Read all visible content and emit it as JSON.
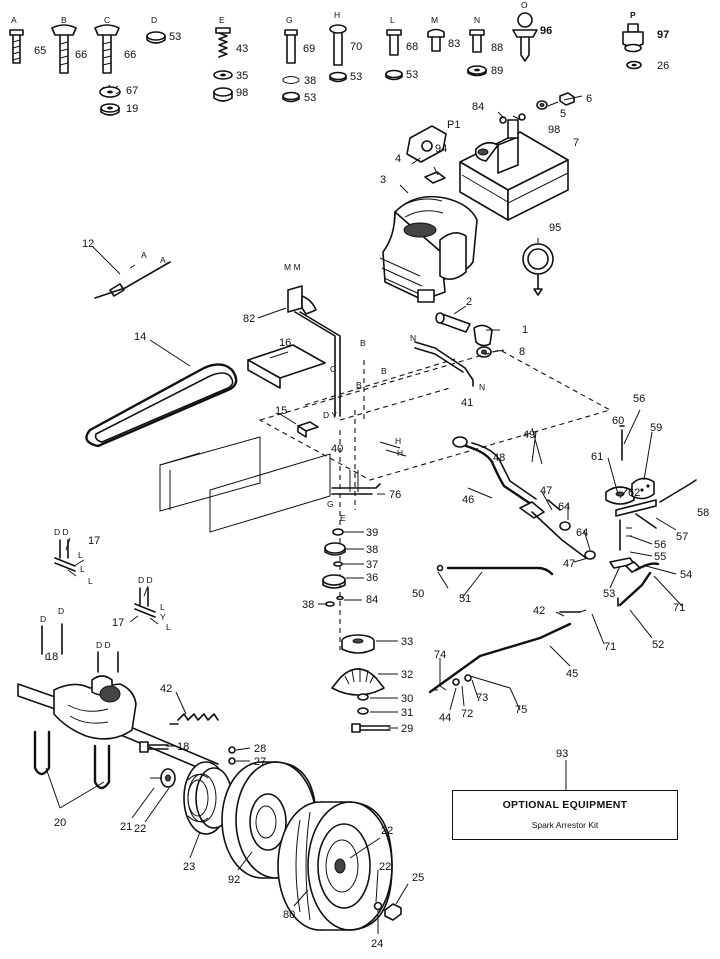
{
  "callouts": [
    {
      "id": "c-a",
      "text": "A"
    },
    {
      "id": "c-65",
      "text": "65"
    },
    {
      "id": "c-b",
      "text": "B"
    },
    {
      "id": "c-66a",
      "text": "66"
    },
    {
      "id": "c-c",
      "text": "C"
    },
    {
      "id": "c-66b",
      "text": "66"
    },
    {
      "id": "c-d",
      "text": "D"
    },
    {
      "id": "c-53a",
      "text": "53"
    },
    {
      "id": "c-67",
      "text": "67"
    },
    {
      "id": "c-19",
      "text": "19"
    },
    {
      "id": "c-e",
      "text": "E"
    },
    {
      "id": "c-43",
      "text": "43"
    },
    {
      "id": "c-35",
      "text": "35"
    },
    {
      "id": "c-98a",
      "text": "98"
    },
    {
      "id": "c-g",
      "text": "G"
    },
    {
      "id": "c-69",
      "text": "69"
    },
    {
      "id": "c-38a",
      "text": "38"
    },
    {
      "id": "c-53b",
      "text": "53"
    },
    {
      "id": "c-h",
      "text": "H"
    },
    {
      "id": "c-70",
      "text": "70"
    },
    {
      "id": "c-53c",
      "text": "53"
    },
    {
      "id": "c-l",
      "text": "L"
    },
    {
      "id": "c-68",
      "text": "68"
    },
    {
      "id": "c-53d",
      "text": "53"
    },
    {
      "id": "c-m",
      "text": "M"
    },
    {
      "id": "c-83",
      "text": "83"
    },
    {
      "id": "c-n",
      "text": "N"
    },
    {
      "id": "c-88",
      "text": "88"
    },
    {
      "id": "c-89",
      "text": "89"
    },
    {
      "id": "c-o",
      "text": "O"
    },
    {
      "id": "c-96",
      "text": "96"
    },
    {
      "id": "c-p",
      "text": "P"
    },
    {
      "id": "c-97",
      "text": "97"
    },
    {
      "id": "c-26",
      "text": "26"
    },
    {
      "id": "c-84a",
      "text": "84"
    },
    {
      "id": "c-p1",
      "text": "P1"
    },
    {
      "id": "c-98b",
      "text": "98"
    },
    {
      "id": "c-5",
      "text": "5"
    },
    {
      "id": "c-6",
      "text": "6"
    },
    {
      "id": "c-7",
      "text": "7"
    },
    {
      "id": "c-4",
      "text": "4"
    },
    {
      "id": "c-94",
      "text": "94"
    },
    {
      "id": "c-3",
      "text": "3"
    },
    {
      "id": "c-95",
      "text": "95"
    },
    {
      "id": "c-12",
      "text": "12"
    },
    {
      "id": "c-a2",
      "text": "A"
    },
    {
      "id": "c-a3",
      "text": "A"
    },
    {
      "id": "c-mm",
      "text": "M M"
    },
    {
      "id": "c-82",
      "text": "82"
    },
    {
      "id": "c-2",
      "text": "2"
    },
    {
      "id": "c-1",
      "text": "1"
    },
    {
      "id": "c-8",
      "text": "8"
    },
    {
      "id": "c-14",
      "text": "14"
    },
    {
      "id": "c-16",
      "text": "16"
    },
    {
      "id": "c-n2",
      "text": "N"
    },
    {
      "id": "c-n3",
      "text": "N"
    },
    {
      "id": "c-41",
      "text": "41"
    },
    {
      "id": "c-b2",
      "text": "B"
    },
    {
      "id": "c-b3",
      "text": "B"
    },
    {
      "id": "c-b4",
      "text": "B"
    },
    {
      "id": "c-c2",
      "text": "C"
    },
    {
      "id": "c-15",
      "text": "15"
    },
    {
      "id": "c-dy",
      "text": "D Y"
    },
    {
      "id": "c-40",
      "text": "40"
    },
    {
      "id": "c-h2",
      "text": "H"
    },
    {
      "id": "c-h3",
      "text": "H"
    },
    {
      "id": "c-g2",
      "text": "G"
    },
    {
      "id": "c-e2",
      "text": "E"
    },
    {
      "id": "c-76",
      "text": "76"
    },
    {
      "id": "c-39",
      "text": "39"
    },
    {
      "id": "c-38b",
      "text": "38"
    },
    {
      "id": "c-37",
      "text": "37"
    },
    {
      "id": "c-36",
      "text": "36"
    },
    {
      "id": "c-38c",
      "text": "38"
    },
    {
      "id": "c-84b",
      "text": "84"
    },
    {
      "id": "c-dd1",
      "text": "D D"
    },
    {
      "id": "c-17a",
      "text": "17"
    },
    {
      "id": "c-l1",
      "text": "L"
    },
    {
      "id": "c-l2",
      "text": "L"
    },
    {
      "id": "c-l3",
      "text": "L"
    },
    {
      "id": "c-dd2",
      "text": "D D"
    },
    {
      "id": "c-17b",
      "text": "17"
    },
    {
      "id": "c-l4",
      "text": "L"
    },
    {
      "id": "c-y",
      "text": "Y"
    },
    {
      "id": "c-l5",
      "text": "L"
    },
    {
      "id": "c-d2",
      "text": "D"
    },
    {
      "id": "c-d3",
      "text": "D"
    },
    {
      "id": "c-18a",
      "text": "18"
    },
    {
      "id": "c-dd3",
      "text": "D D"
    },
    {
      "id": "c-42a",
      "text": "42"
    },
    {
      "id": "c-18b",
      "text": "18"
    },
    {
      "id": "c-28",
      "text": "28"
    },
    {
      "id": "c-27",
      "text": "27"
    },
    {
      "id": "c-20",
      "text": "20"
    },
    {
      "id": "c-21",
      "text": "21"
    },
    {
      "id": "c-22a",
      "text": "22"
    },
    {
      "id": "c-23",
      "text": "23"
    },
    {
      "id": "c-92",
      "text": "92"
    },
    {
      "id": "c-80",
      "text": "80"
    },
    {
      "id": "c-22b",
      "text": "22"
    },
    {
      "id": "c-22c",
      "text": "22"
    },
    {
      "id": "c-25",
      "text": "25"
    },
    {
      "id": "c-24",
      "text": "24"
    },
    {
      "id": "c-33",
      "text": "33"
    },
    {
      "id": "c-32",
      "text": "32"
    },
    {
      "id": "c-30",
      "text": "30"
    },
    {
      "id": "c-31",
      "text": "31"
    },
    {
      "id": "c-29",
      "text": "29"
    },
    {
      "id": "c-49",
      "text": "49"
    },
    {
      "id": "c-48",
      "text": "48"
    },
    {
      "id": "c-46",
      "text": "46"
    },
    {
      "id": "c-47a",
      "text": "47"
    },
    {
      "id": "c-64a",
      "text": "64"
    },
    {
      "id": "c-64b",
      "text": "64"
    },
    {
      "id": "c-47b",
      "text": "47"
    },
    {
      "id": "c-56a",
      "text": "56"
    },
    {
      "id": "c-60",
      "text": "60"
    },
    {
      "id": "c-59",
      "text": "59"
    },
    {
      "id": "c-61",
      "text": "61"
    },
    {
      "id": "c-62",
      "text": "62"
    },
    {
      "id": "c-58",
      "text": "58"
    },
    {
      "id": "c-57",
      "text": "57"
    },
    {
      "id": "c-56b",
      "text": "56"
    },
    {
      "id": "c-55",
      "text": "55"
    },
    {
      "id": "c-50",
      "text": "50"
    },
    {
      "id": "c-51",
      "text": "51"
    },
    {
      "id": "c-53e",
      "text": "53"
    },
    {
      "id": "c-54",
      "text": "54"
    },
    {
      "id": "c-71a",
      "text": "71"
    },
    {
      "id": "c-42b",
      "text": "42"
    },
    {
      "id": "c-71b",
      "text": "71"
    },
    {
      "id": "c-52",
      "text": "52"
    },
    {
      "id": "c-45",
      "text": "45"
    },
    {
      "id": "c-74",
      "text": "74"
    },
    {
      "id": "c-73",
      "text": "73"
    },
    {
      "id": "c-44",
      "text": "44"
    },
    {
      "id": "c-72",
      "text": "72"
    },
    {
      "id": "c-75",
      "text": "75"
    },
    {
      "id": "c-93",
      "text": "93"
    }
  ],
  "optional_box": {
    "title": "OPTIONAL EQUIPMENT",
    "item": "Spark Arrestor Kit"
  }
}
